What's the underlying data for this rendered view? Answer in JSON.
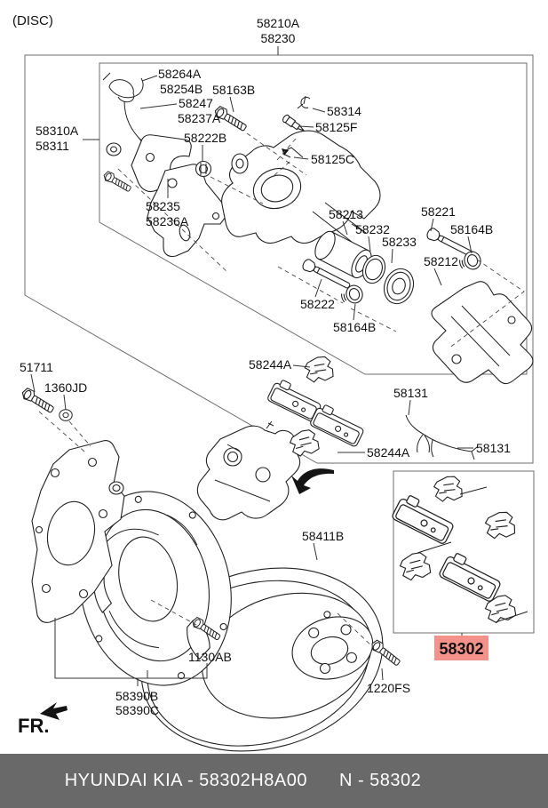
{
  "page": {
    "corner_note": "(DISC)"
  },
  "diagram": {
    "assembly_label": {
      "line1": "58210A",
      "line2": "58230"
    },
    "labels": {
      "l58310A": "58310A",
      "l58311": "58311",
      "l58264A": "58264A",
      "l58254B": "58254B",
      "l58163B": "58163B",
      "l58247": "58247",
      "l58237A": "58237A",
      "l58222B": "58222B",
      "l58314": "58314",
      "l58125F": "58125F",
      "l58125C": "58125C",
      "l58235": "58235",
      "l58236A": "58236A",
      "l58213": "58213",
      "l58232": "58232",
      "l58233": "58233",
      "l58221": "58221",
      "l58164B_right": "58164B",
      "l58212": "58212",
      "l58222": "58222",
      "l58164B_left": "58164B",
      "l58244A_top": "58244A",
      "l58244A_bottom": "58244A",
      "l58131_top": "58131",
      "l58131_bottom": "58131",
      "l51711": "51711",
      "l1360JD": "1360JD",
      "l58411B": "58411B",
      "l1130AB": "1130AB",
      "l58390B": "58390B",
      "l58390C": "58390C",
      "l1220FS": "1220FS"
    },
    "highlight": {
      "part": "58302",
      "bg": "#f5918b",
      "text": "#c03a31"
    },
    "direction": {
      "label": "FR."
    }
  },
  "footer": {
    "brand": "HYUNDAI  KIA - 58302H8A00",
    "part_ref": "N - 58302",
    "bg": "#696969",
    "text_color": "#ffffff"
  }
}
